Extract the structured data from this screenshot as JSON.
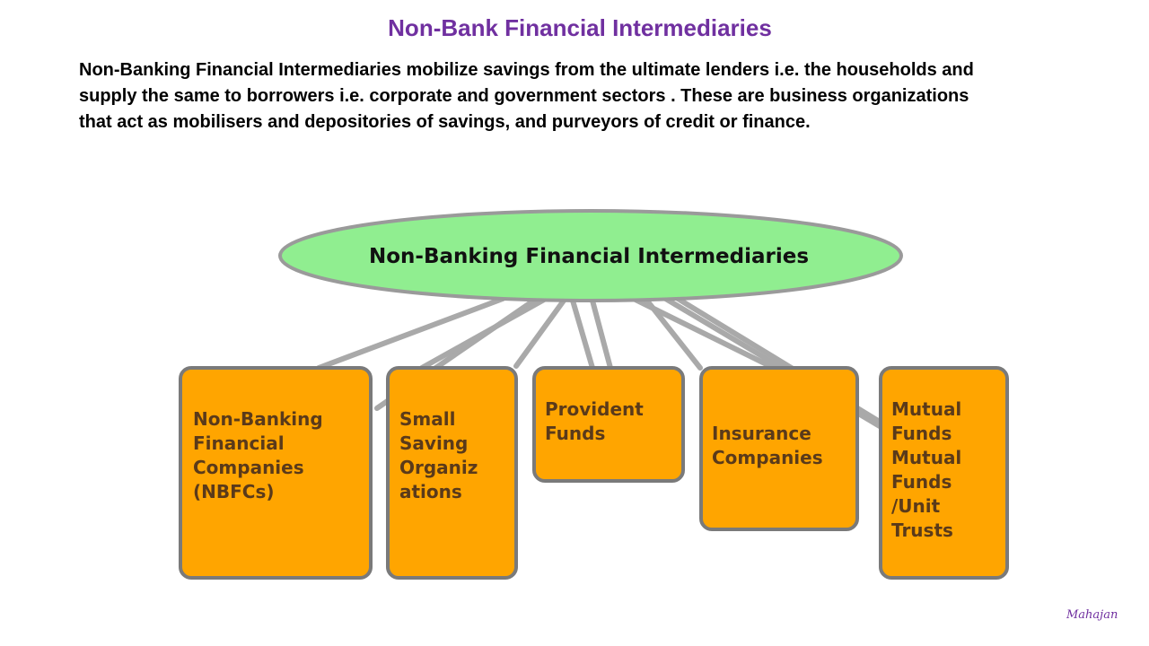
{
  "title": "Non-Bank Financial Intermediaries",
  "intro_lines": [
    "Non-Banking Financial Intermediaries  mobilize savings from the ultimate lenders i.e. the households and",
    "supply the same to borrowers i.e. corporate and  government sectors . These  are business organizations",
    "that act as mobilisers and depositories of savings, and purveyors of credit or finance."
  ],
  "diagram": {
    "root": "Non-Banking Financial Intermediaries",
    "children": [
      {
        "id": "nbfc",
        "lines": [
          "Non-Banking",
          "Financial",
          "Companies",
          "(NBFCs)"
        ]
      },
      {
        "id": "small-saving",
        "lines": [
          "Small",
          "Saving",
          "Organiz",
          "ations"
        ]
      },
      {
        "id": "provident",
        "lines": [
          "Provident",
          "Funds"
        ]
      },
      {
        "id": "insurance",
        "lines": [
          "Insurance",
          "Companies"
        ]
      },
      {
        "id": "mutual",
        "lines": [
          "Mutual",
          "Funds",
          "Mutual",
          "Funds",
          "/Unit",
          "Trusts"
        ]
      }
    ]
  },
  "colors": {
    "title": "#7030a0",
    "root_fill": "#90ee90",
    "box_fill": "#ffa500",
    "box_text": "#5a3a1a",
    "connector": "#a9a9a9"
  },
  "credit": "Mahajan"
}
